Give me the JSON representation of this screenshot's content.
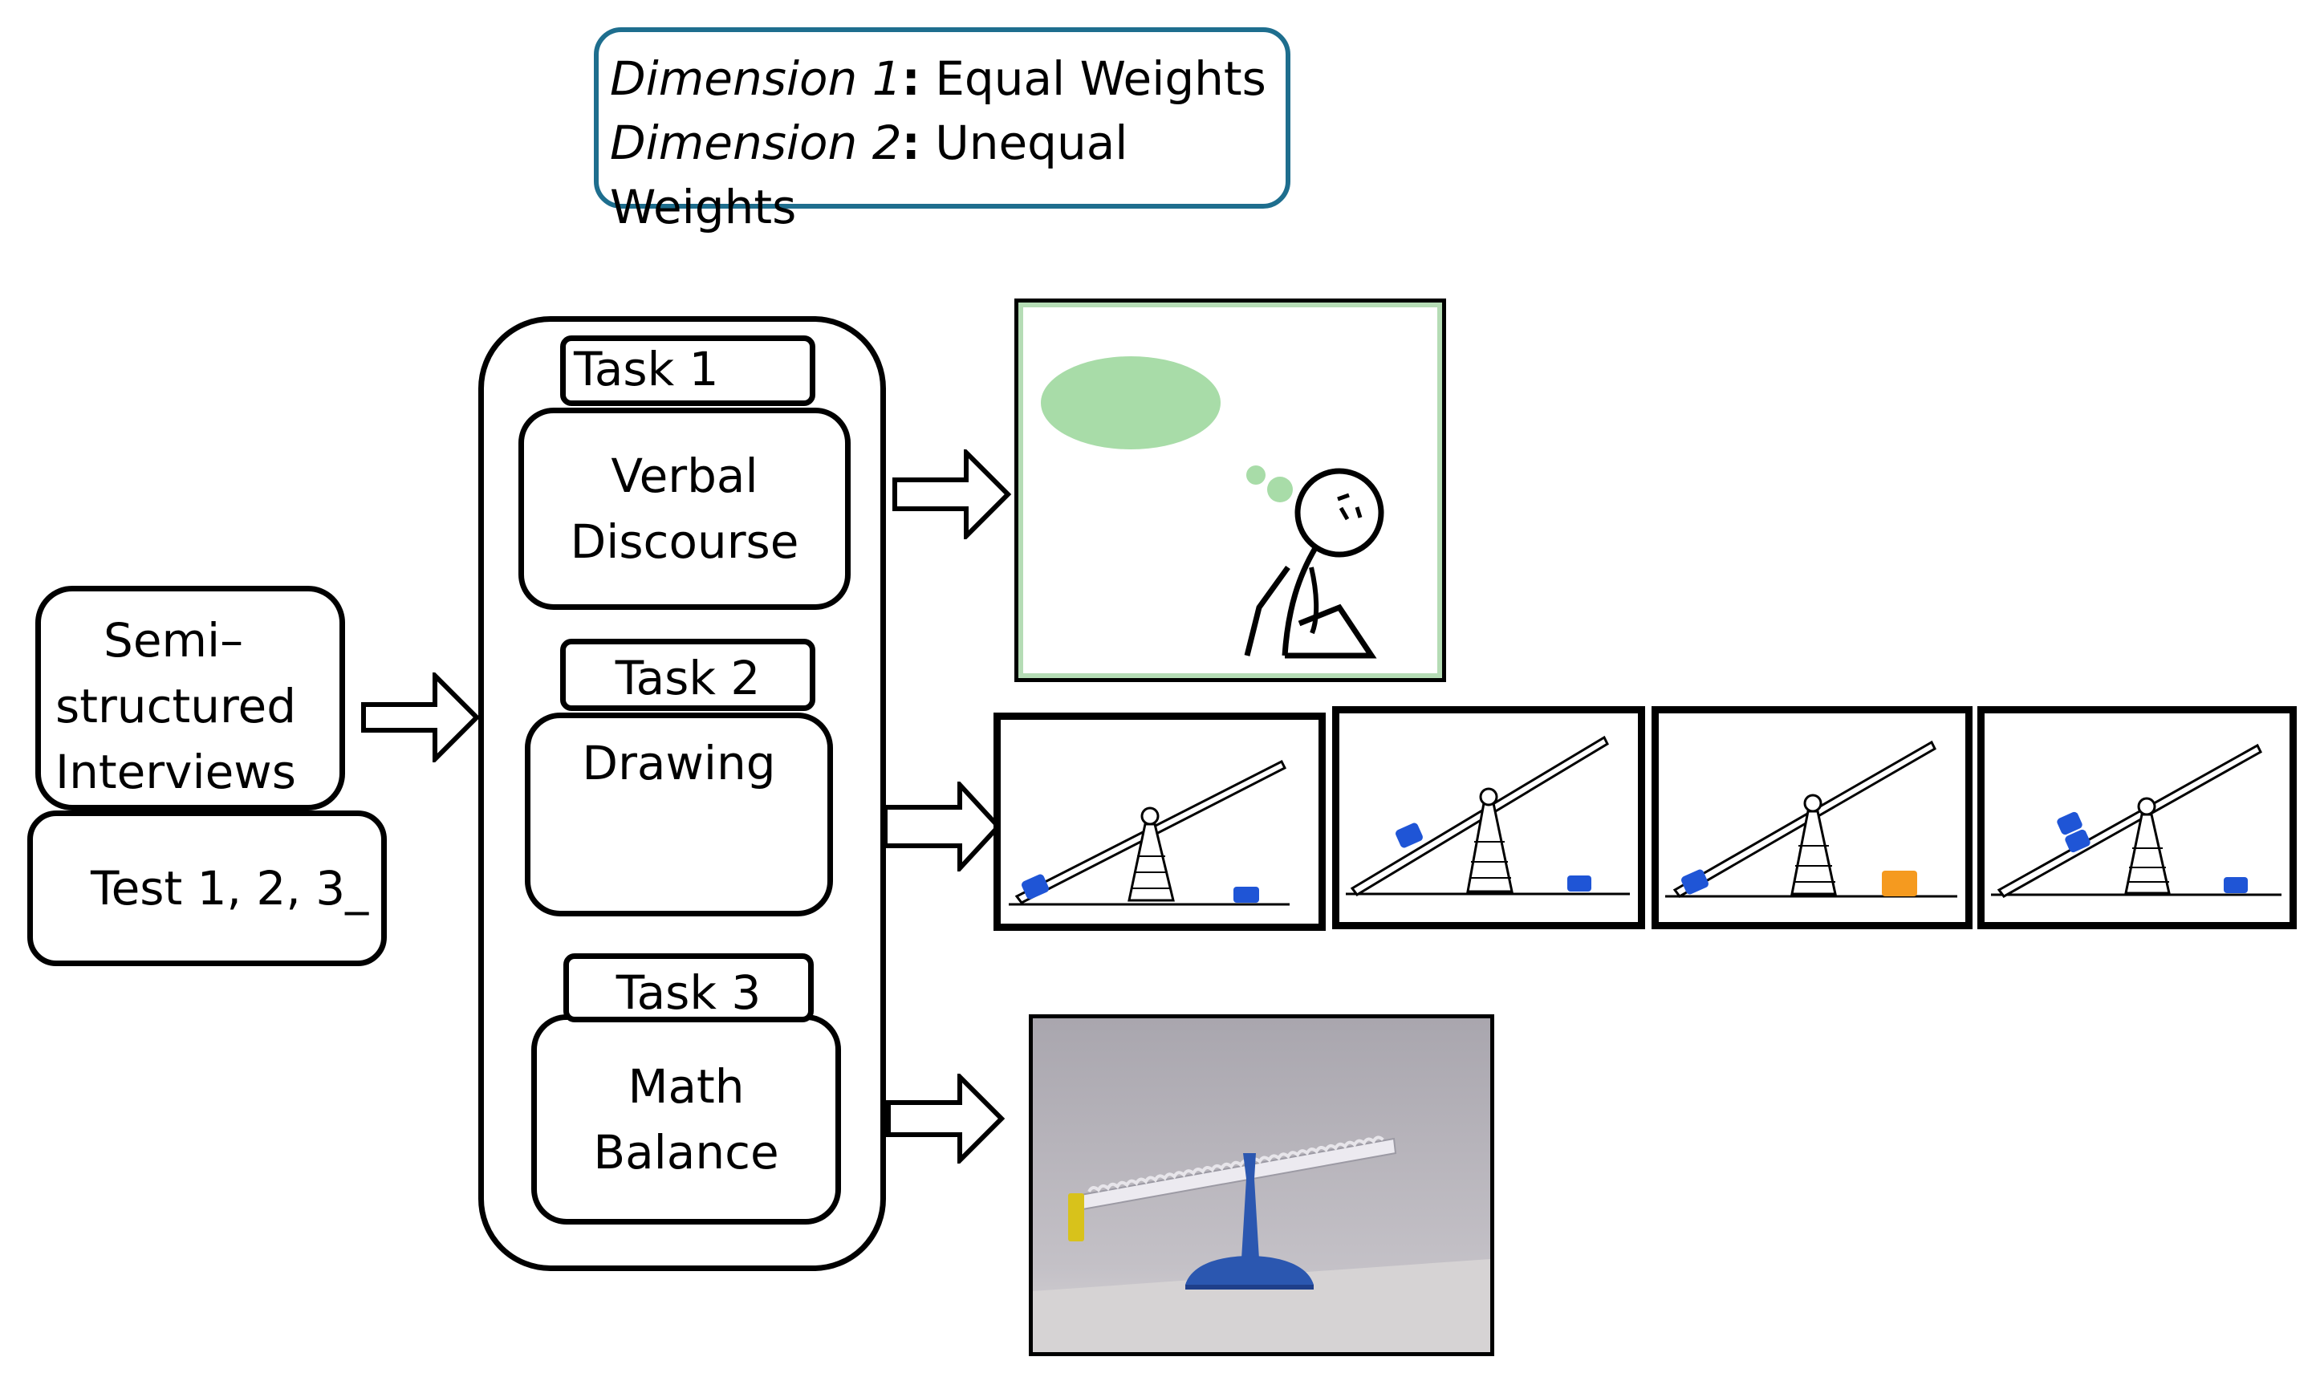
{
  "dimensions": {
    "d1_label": "Dimension 1",
    "d1_colon": ":",
    "d1_text": " Equal Weights",
    "d2_label": "Dimension 2",
    "d2_colon": ":",
    "d2_text": " Unequal Weights"
  },
  "interviews": {
    "line1": "Semi–",
    "line2": "structured",
    "line3": "Interviews"
  },
  "test": {
    "label": "Test 1, 2, 3_"
  },
  "tasks": [
    {
      "tab": "Task 1",
      "line1": "Verbal",
      "line2": "Discourse"
    },
    {
      "tab": "Task 2",
      "line1": "Drawing",
      "line2": ""
    },
    {
      "tab": "Task 3",
      "line1": "Math",
      "line2": "Balance"
    }
  ],
  "colors": {
    "dimension_border": "#1e6e8e",
    "thought_bubble": "#a8dca8",
    "panel_border_green": "#b5dcb5",
    "block_blue": "#1f55d6",
    "block_orange": "#f59a1f",
    "balance_blue": "#2b57b0",
    "weight_yellow": "#d8c21b"
  },
  "icons": {
    "thinking_figure": "thinking-stick-figure-icon",
    "seesaw": "seesaw-icon",
    "math_balance": "math-balance-photo-icon",
    "arrow": "hollow-right-arrow-icon"
  }
}
